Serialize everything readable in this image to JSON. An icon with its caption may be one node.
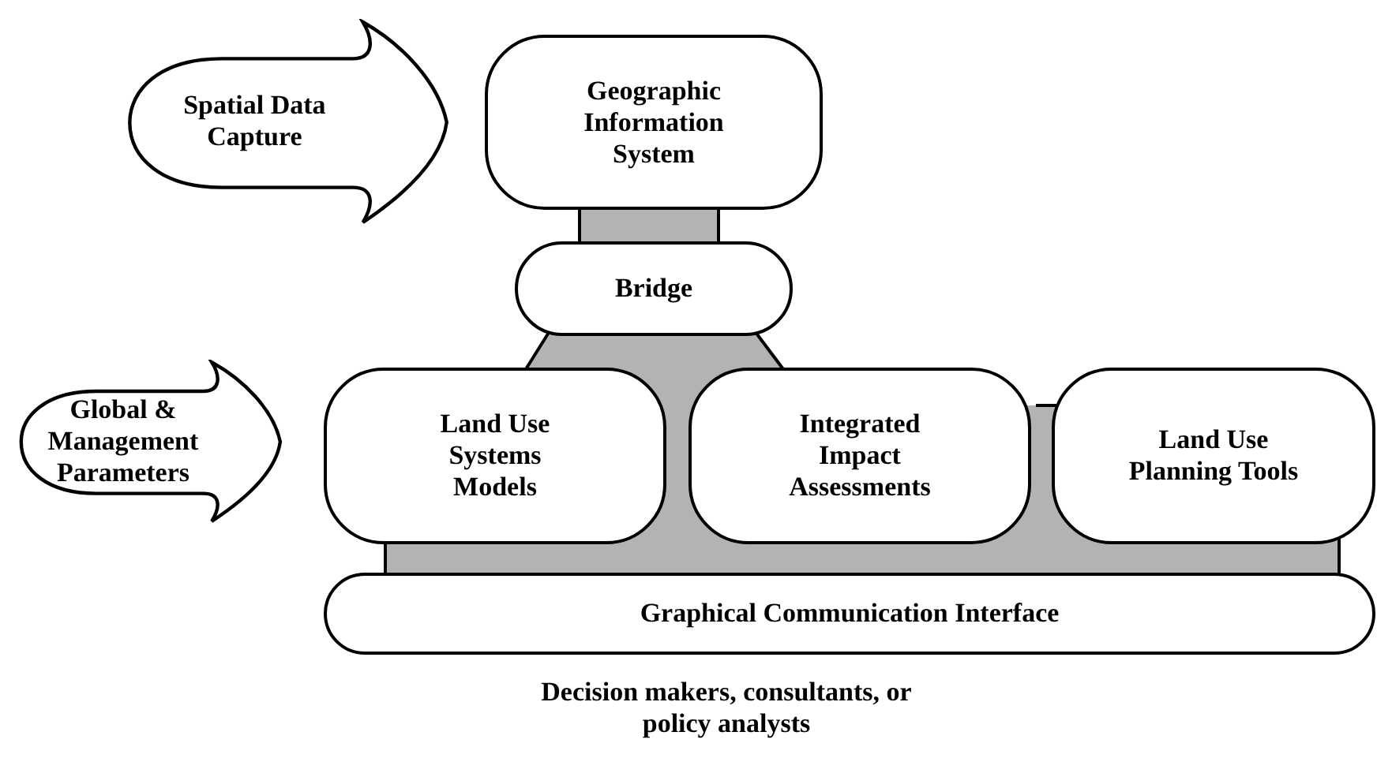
{
  "diagram": {
    "nodes": [
      {
        "text": [
          "Spatial Data Capture"
        ]
      },
      {
        "text": [
          "Geographic Information System"
        ]
      },
      {
        "text": [
          "Bridge"
        ]
      },
      {
        "text": [
          "Global & Management Parameters"
        ]
      },
      {
        "text": [
          "Land Use Systems Models"
        ]
      },
      {
        "text": [
          "Integrated Impact Assessments"
        ]
      },
      {
        "text": [
          "Land Use Planning Tools"
        ]
      },
      {
        "text": [
          "Graphical Communication Interface"
        ]
      }
    ],
    "edges": [
      {
        "from": 1,
        "to": 2,
        "arrow": "none"
      },
      {
        "from": 2,
        "to": 4,
        "arrow": "none"
      },
      {
        "from": 2,
        "to": 5,
        "arrow": "none"
      },
      {
        "from": 4,
        "to": 7,
        "arrow": "none"
      },
      {
        "from": 5,
        "to": 7,
        "arrow": "none"
      },
      {
        "from": 6,
        "to": 7,
        "arrow": "none"
      }
    ],
    "labels": [
      "Decision makers, consultants, or policy analysts"
    ]
  }
}
